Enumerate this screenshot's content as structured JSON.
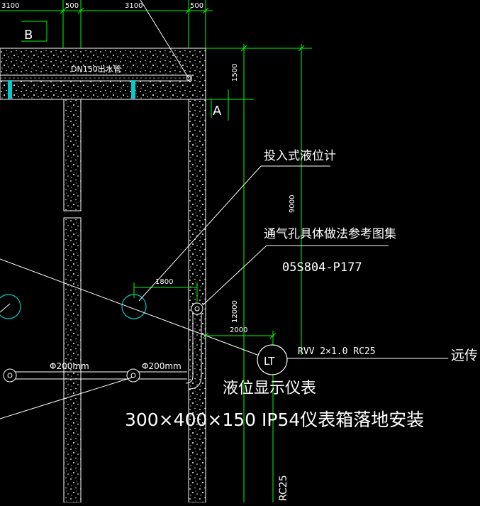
{
  "dims": {
    "top_3100_a": "3100",
    "top_500_a": "500",
    "top_3100_b": "3100",
    "top_500_b": "500",
    "v_1500": "1500",
    "v_9000": "9000",
    "v_12000": "12000",
    "h_1800": "1800",
    "h_2000": "2000"
  },
  "section_marks": {
    "a": "A",
    "b": "B"
  },
  "pipe_label": "DN150出水管",
  "callouts": {
    "level_gauge": "投入式液位计",
    "vent_hole": "通气孔具体做法参考图集",
    "atlas_ref": "05S804-P177"
  },
  "pipes": {
    "phi_left": "Φ200mm",
    "phi_right": "Φ200mm"
  },
  "instrument": {
    "tag": "LT",
    "cable": "RVV  2×1.0  RC25",
    "remote": "远传",
    "title": "液位显示仪表",
    "box": "300×400×150  IP54仪表箱落地安装",
    "conduit": "RC25"
  },
  "colors": {
    "background": "#000000",
    "dim_green": "#00FF00",
    "wall": "#FFFFFF",
    "cyan": "#00CCCC",
    "line": "#FFFFFF"
  }
}
